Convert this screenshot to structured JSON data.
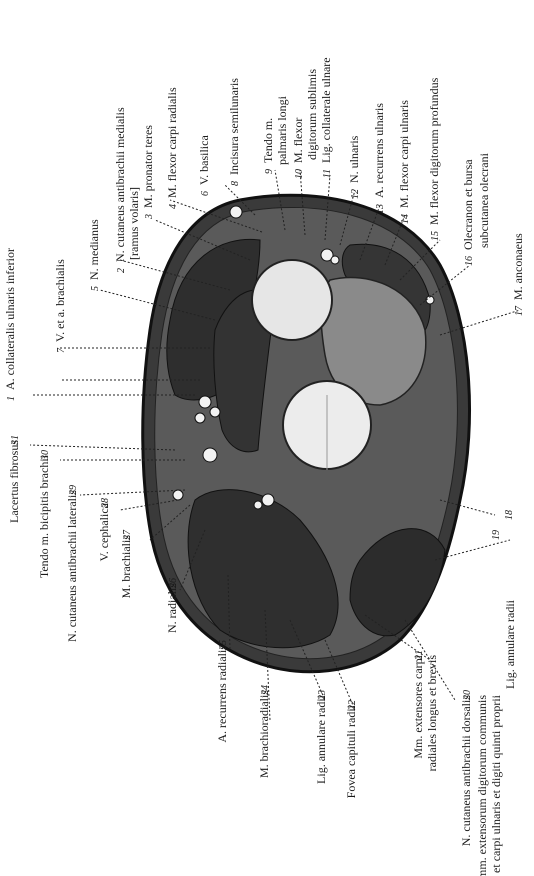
{
  "figure": {
    "left_labels": [
      {
        "num": "1",
        "text": "A. collateralis ulnaris inferior"
      },
      {
        "num": "2",
        "text": "N. cutaneus antibrachii medialis"
      },
      {
        "num": "",
        "text": "[ramus volaris]"
      },
      {
        "num": "3",
        "text": "M. pronator teres"
      },
      {
        "num": "4",
        "text": "M. flexor carpi radialis"
      },
      {
        "num": "5",
        "text": "N. medianus"
      },
      {
        "num": "6",
        "text": "V. basilica"
      },
      {
        "num": "7",
        "text": "V. et a. brachialis"
      },
      {
        "num": "8",
        "text": "Incisura semilunaris"
      },
      {
        "num": "9",
        "text": "Tendo m."
      },
      {
        "num": "",
        "text": "palmaris longi"
      },
      {
        "num": "10",
        "text": "M. flexor"
      },
      {
        "num": "",
        "text": "digitorum sublimis"
      },
      {
        "num": "11",
        "text": "Lig. collaterale ulnare"
      },
      {
        "num": "12",
        "text": "N. ulnaris"
      },
      {
        "num": "13",
        "text": "A. recurrens ulnaris"
      },
      {
        "num": "14",
        "text": "M. flexor carpi ulnaris"
      },
      {
        "num": "15",
        "text": "M. flexor digitorum profundus"
      },
      {
        "num": "16",
        "text": "Olecranon et bursa"
      },
      {
        "num": "",
        "text": "subcutanea olecrani"
      },
      {
        "num": "17",
        "text": "M. anconaeus"
      }
    ],
    "bottom_labels": [
      {
        "num": "31",
        "text": "Lacertus fibrosus"
      },
      {
        "num": "30",
        "text": "Tendo m. bicipitis brachii"
      },
      {
        "num": "29",
        "text": "N. cutaneus antibrachii lateralis"
      },
      {
        "num": "28",
        "text": "V. cephalica"
      },
      {
        "num": "27",
        "text": "M. brachialis"
      },
      {
        "num": "26",
        "text": "N. radialis"
      },
      {
        "num": "25",
        "text": "A. recurrens radialis"
      },
      {
        "num": "24",
        "text": "M. brachioradialis"
      },
      {
        "num": "23",
        "text": "Lig. annulare radii"
      },
      {
        "num": "22",
        "text": "Fovea capituli radii"
      },
      {
        "num": "21",
        "text": "Mm. extensores carpi"
      },
      {
        "num": "",
        "text": "radiales longus et brevis"
      },
      {
        "num": "20",
        "text": "N. cutaneus antibrachii dorsalis"
      },
      {
        "num": "",
        "text": "Tendo mm. extensorum digitorum communis"
      },
      {
        "num": "",
        "text": "et carpi ulnaris et digiti quinti proprii"
      },
      {
        "num": "19",
        "text": "Lig. annulare radii"
      },
      {
        "num": "18",
        "text": ""
      }
    ]
  }
}
